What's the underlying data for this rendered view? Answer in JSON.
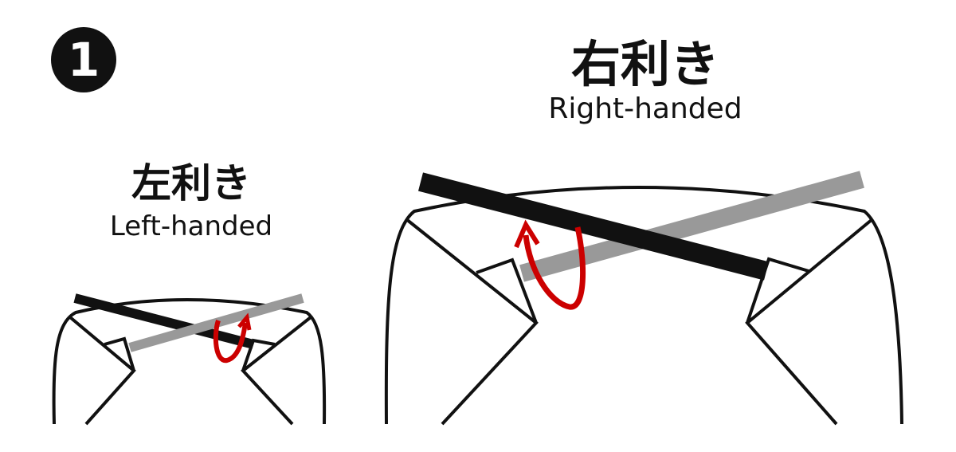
{
  "step_number": "1",
  "left": {
    "title_jp": "左利き",
    "title_en": "Left-handed"
  },
  "right": {
    "title_jp": "右利き",
    "title_en": "Right-handed"
  },
  "colors": {
    "outline": "#111111",
    "band_dark": "#111111",
    "band_light": "#999999",
    "arrow": "#cc0000"
  }
}
